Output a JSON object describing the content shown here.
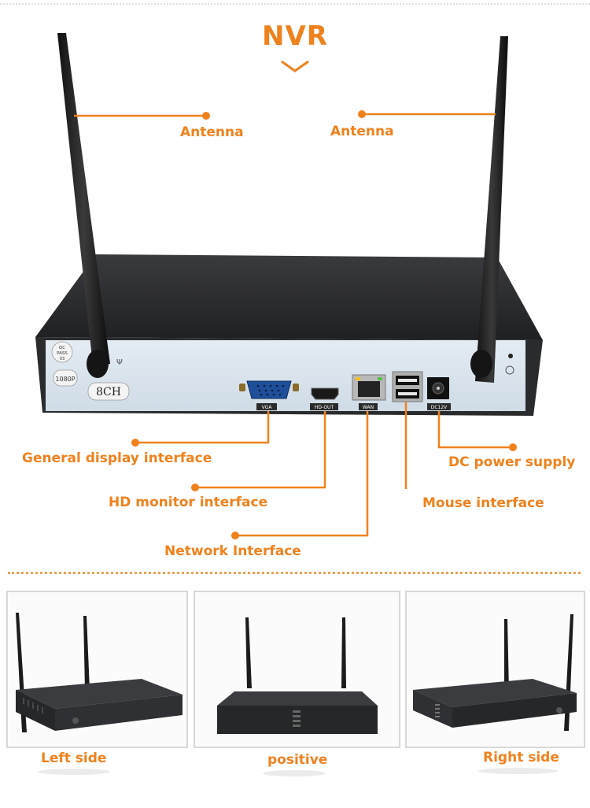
{
  "title": "NVR",
  "colors": {
    "accent": "#f0821e",
    "device_face": "#d7e2ec",
    "device_body": "#2e2f31"
  },
  "device": {
    "badge_qc": "QC",
    "badge_pass": "PASS",
    "badge_num": "03",
    "badge_1080p": "1080P",
    "channels": "8CH",
    "ports": {
      "vga": "VGA",
      "hdout": "HD-OUT",
      "wan": "WAN",
      "dc": "DC12V"
    }
  },
  "labels": {
    "antenna_left": "Antenna",
    "antenna_right": "Antenna",
    "general_display": "General display interface",
    "hd_monitor": "HD monitor interface",
    "network": "Network Interface",
    "dc_power": "DC power supply",
    "mouse": "Mouse interface"
  },
  "views": {
    "left": "Left side",
    "front": "positive",
    "right": "Right side"
  }
}
